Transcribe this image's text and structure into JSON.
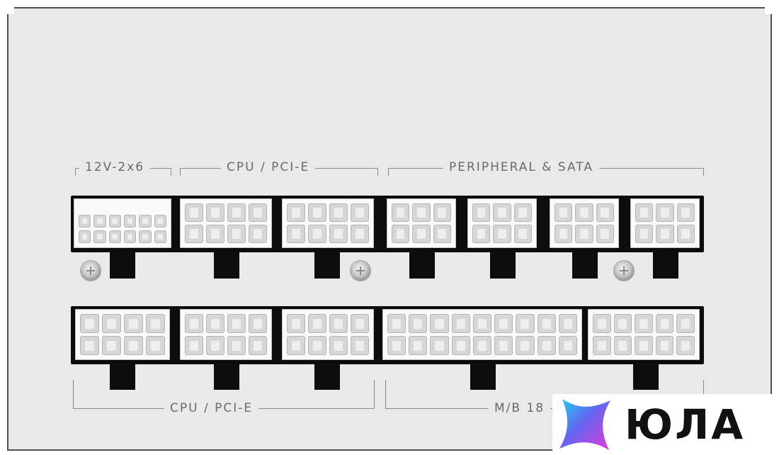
{
  "labels": {
    "top_12v": "12V-2x6",
    "top_cpu_pcie": "CPU / PCI-E",
    "top_peripheral": "PERIPHERAL & SATA",
    "bottom_cpu_pcie": "CPU / PCI-E",
    "bottom_mb": "M/B 18"
  },
  "logo": {
    "text": "ЮЛА"
  },
  "colors": {
    "panel": "#e9e9e9",
    "strip": "#0c0c0c",
    "label_text": "#6a6a6a"
  },
  "icons": [
    "screw-icon",
    "yula-logo-icon"
  ]
}
